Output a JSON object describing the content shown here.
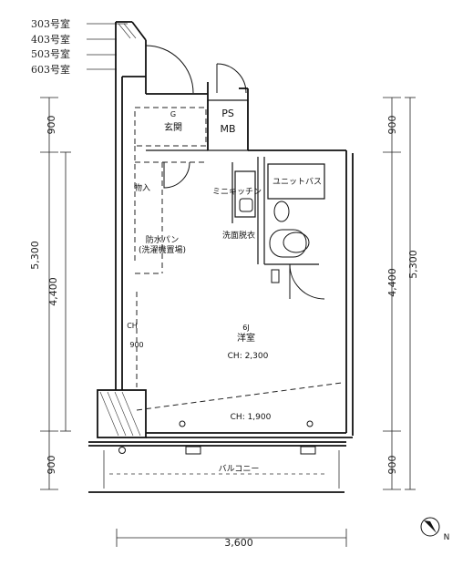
{
  "unit_numbers": [
    "303号室",
    "403号室",
    "503号室",
    "603号室"
  ],
  "rooms": {
    "entrance_code": "G",
    "entrance": "玄関",
    "ps": "PS",
    "mb": "MB",
    "storage": "物入",
    "kitchen": "ミニキッチン",
    "bath": "ユニットバス",
    "washroom": "洗面脱衣",
    "pan": "防水パン",
    "pan_sub": "(洗濯機置場)",
    "western_code": "6J",
    "western": "洋室",
    "western_ch": "CH: 2,300",
    "left_ch1": "CH",
    "left_ch2": "900",
    "lower_ch": "CH: 1,900",
    "balcony": "バルコニー"
  },
  "dimensions": {
    "left_outer_top": "900",
    "left_outer_total": "5,300",
    "left_inner_main": "4,400",
    "left_outer_bottom": "900",
    "right_inner_top": "900",
    "right_inner_main": "4,400",
    "right_outer_total": "5,300",
    "right_outer_bottom": "900",
    "bottom_width": "3,600"
  },
  "compass": {
    "label": "N"
  }
}
